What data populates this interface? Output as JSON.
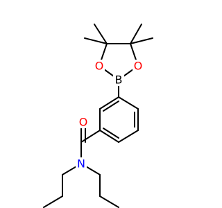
{
  "molecule": {
    "atoms": {
      "boron": {
        "symbol": "B",
        "color": "#000000"
      },
      "ring_oxygen_left": {
        "symbol": "O",
        "color": "#ff0000"
      },
      "ring_oxygen_right": {
        "symbol": "O",
        "color": "#ff0000"
      },
      "carbonyl_oxygen": {
        "symbol": "O",
        "color": "#ff0000"
      },
      "amide_nitrogen": {
        "symbol": "N",
        "color": "#0000ff"
      }
    },
    "bond_color": "#000000",
    "background": "#ffffff"
  }
}
